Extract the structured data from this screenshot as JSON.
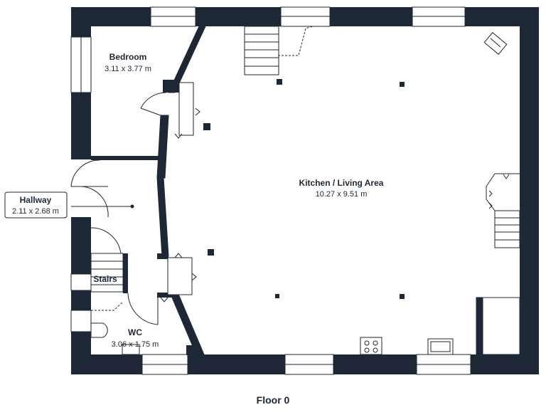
{
  "colors": {
    "wall": "#1e2735",
    "background": "#ffffff",
    "fixture": "#1e2735"
  },
  "rooms": {
    "bedroom": {
      "name": "Bedroom",
      "dims": "3.11 x 3.77 m"
    },
    "kitchen": {
      "name": "Kitchen / Living Area",
      "dims": "10.27 x 9.51 m"
    },
    "hallway": {
      "name": "Hallway",
      "dims": "2.11 x 2.68 m"
    },
    "stairs": {
      "name": "Stairs"
    },
    "wc": {
      "name": "WC",
      "dims": "3.06 x 1.75 m"
    }
  },
  "floor_label": "Floor 0",
  "icons": [
    "stair-icon",
    "hob-icon",
    "sink-icon",
    "toilet-icon",
    "door-swing-icon",
    "armchair-icon"
  ]
}
